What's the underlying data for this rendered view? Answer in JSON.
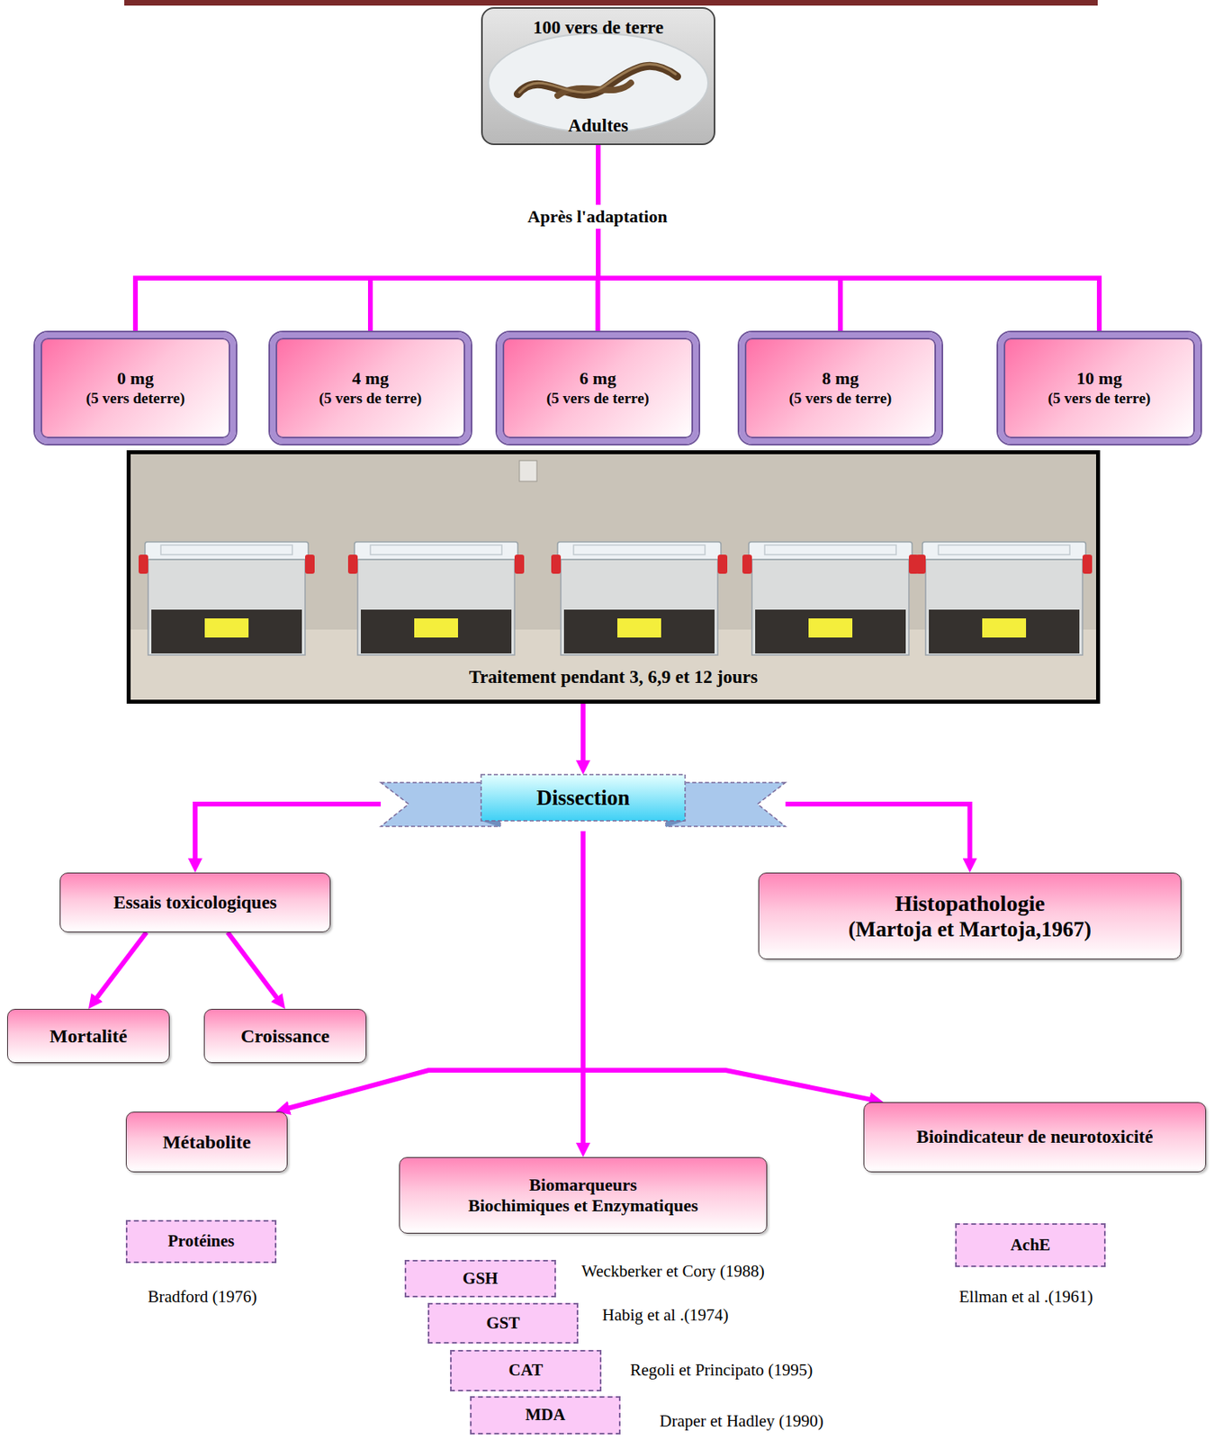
{
  "diagram": {
    "nodes": [
      {
        "text": [
          "100 vers de terre",
          "Adultes"
        ]
      },
      {
        "text": [
          "0 mg",
          "(5 vers deterre)"
        ]
      },
      {
        "text": [
          "4 mg",
          "(5 vers de terre)"
        ]
      },
      {
        "text": [
          "6 mg",
          "(5 vers de terre)"
        ]
      },
      {
        "text": [
          "8 mg",
          "(5 vers de terre)"
        ]
      },
      {
        "text": [
          "10 mg",
          "(5 vers de terre)"
        ]
      },
      {
        "text": [
          "Traitement pendant 3, 6,9 et 12 jours"
        ]
      },
      {
        "text": [
          "Dissection"
        ]
      },
      {
        "text": [
          "Essais toxicologiques"
        ]
      },
      {
        "text": [
          "Histopathologie",
          "(Martoja et Martoja,1967)"
        ]
      },
      {
        "text": [
          "Mortalité"
        ]
      },
      {
        "text": [
          "Croissance"
        ]
      },
      {
        "text": [
          "Métabolite"
        ]
      },
      {
        "text": [
          "Biomarqueurs",
          "Biochimiques et Enzymatiques"
        ]
      },
      {
        "text": [
          "Bioindicateur de neurotoxicité"
        ]
      },
      {
        "text": [
          "Protéines"
        ]
      },
      {
        "text": [
          "GSH"
        ]
      },
      {
        "text": [
          "GST"
        ]
      },
      {
        "text": [
          "CAT"
        ]
      },
      {
        "text": [
          "MDA"
        ]
      },
      {
        "text": [
          "AchE"
        ]
      }
    ],
    "edges": [
      {
        "from": 0,
        "to": 1,
        "arrow": "none"
      },
      {
        "from": 0,
        "to": 2,
        "arrow": "none"
      },
      {
        "from": 0,
        "to": 3,
        "arrow": "none"
      },
      {
        "from": 0,
        "to": 4,
        "arrow": "none"
      },
      {
        "from": 0,
        "to": 5,
        "arrow": "none"
      },
      {
        "from": 6,
        "to": 7,
        "arrow": "to"
      },
      {
        "from": 7,
        "to": 8,
        "arrow": "to"
      },
      {
        "from": 7,
        "to": 9,
        "arrow": "to"
      },
      {
        "from": 8,
        "to": 10,
        "arrow": "to"
      },
      {
        "from": 8,
        "to": 11,
        "arrow": "to"
      },
      {
        "from": 7,
        "to": 12,
        "arrow": "to"
      },
      {
        "from": 7,
        "to": 13,
        "arrow": "to"
      },
      {
        "from": 7,
        "to": 14,
        "arrow": "to"
      }
    ],
    "labels": [
      "Après l'adaptation",
      "Bradford (1976)",
      "Weckberker et Cory (1988)",
      "Habig et al .(1974)",
      "Regoli et Principato (1995)",
      "Draper et Hadley (1990)",
      "Ellman et al .(1961)"
    ]
  }
}
